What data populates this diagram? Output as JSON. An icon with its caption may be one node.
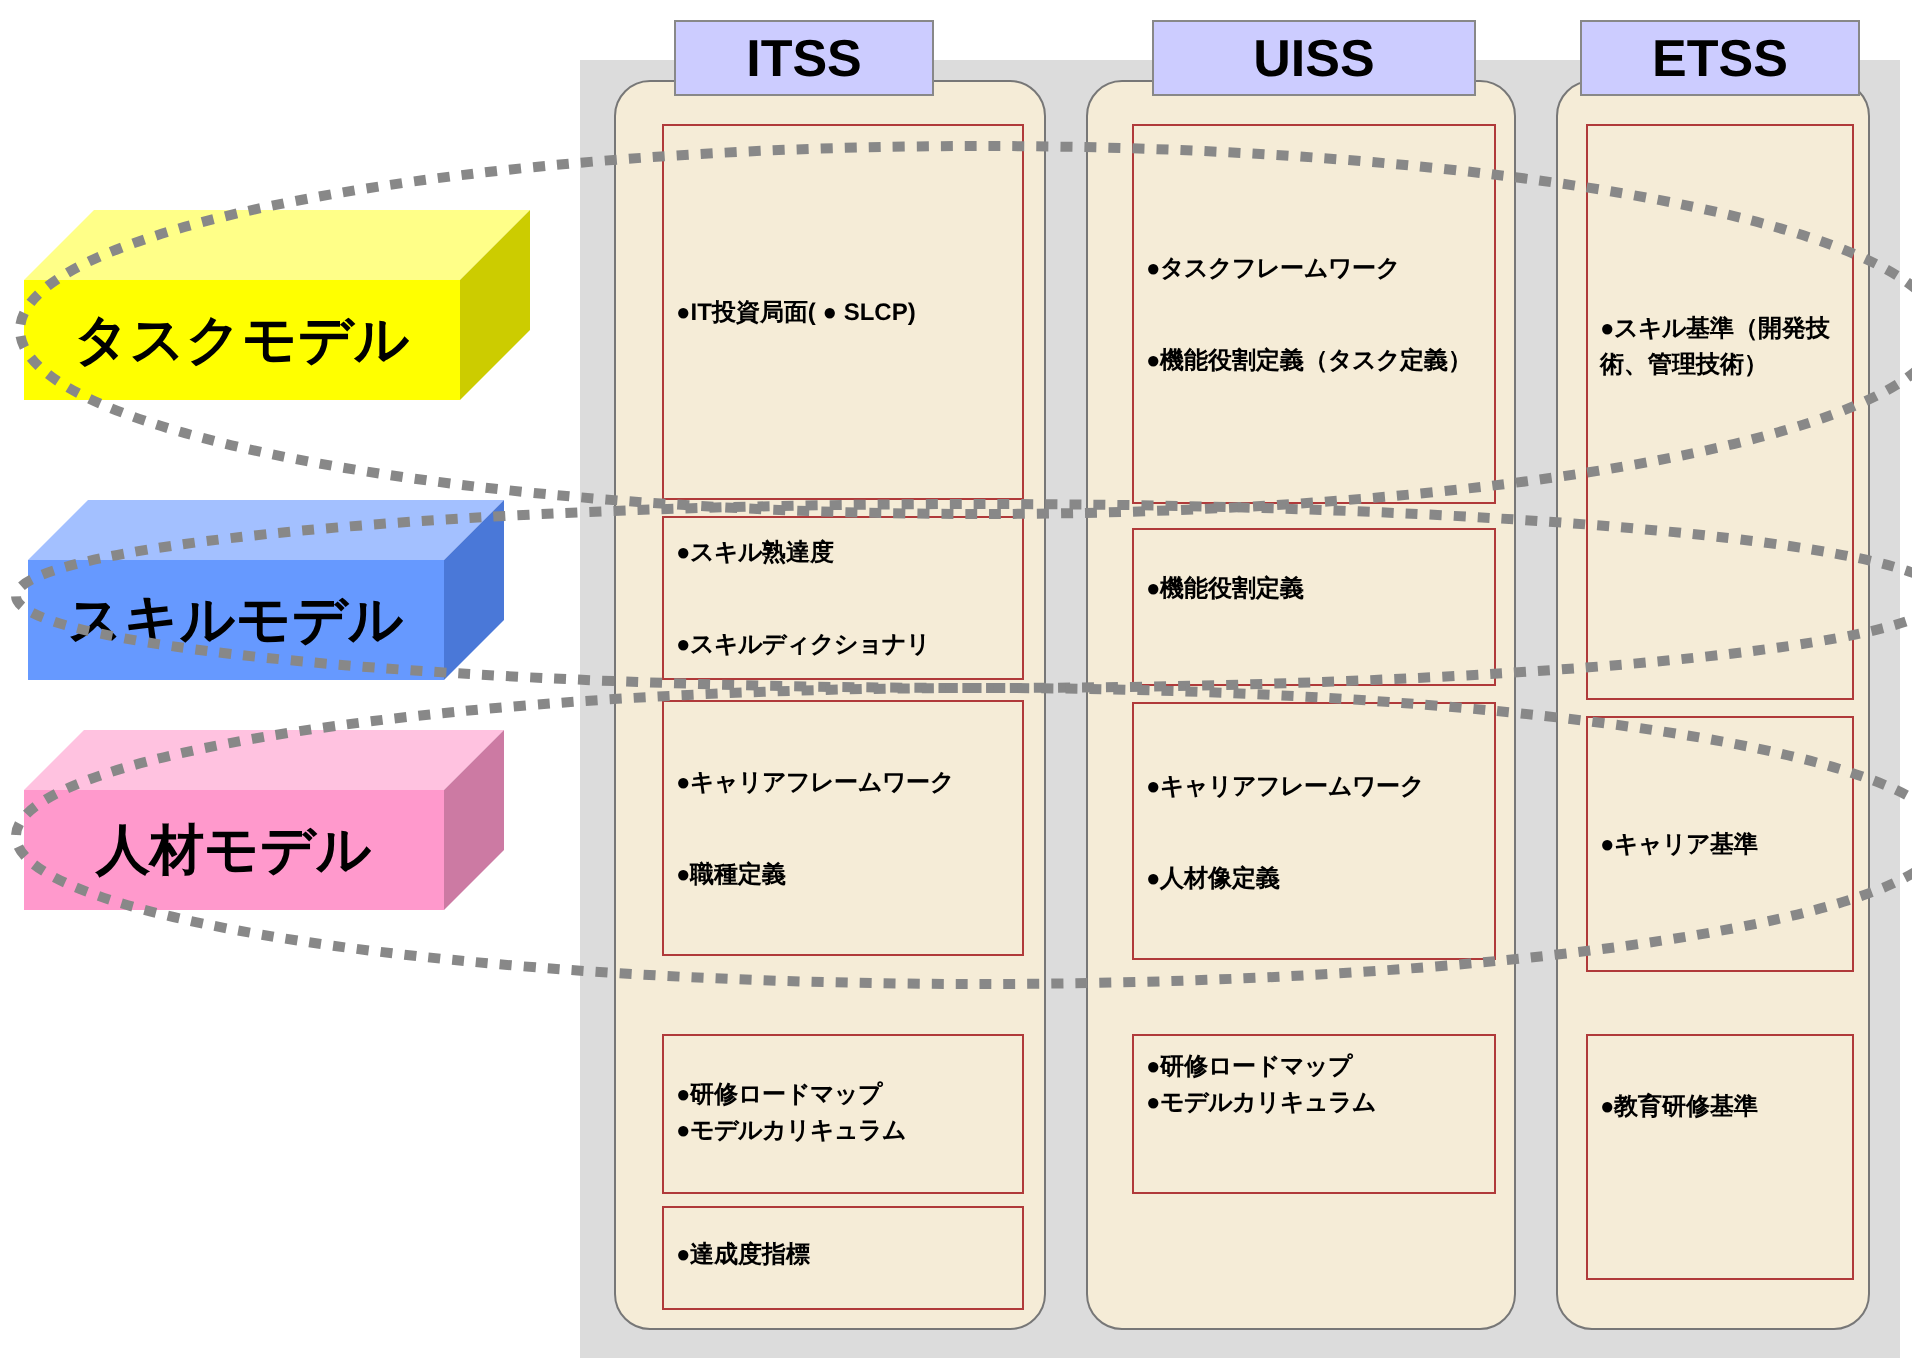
{
  "diagram": {
    "nodes": [
      {
        "text": [
          "タスクモデル"
        ]
      },
      {
        "text": [
          "スキルモデル"
        ]
      },
      {
        "text": [
          "人材モデル"
        ]
      },
      {
        "text": [
          "ITSS"
        ]
      },
      {
        "text": [
          "●IT投資局面( ● SLCP)"
        ],
        "in": 3
      },
      {
        "text": [
          "●スキル熟達度",
          "●スキルディクショナリ"
        ],
        "in": 3
      },
      {
        "text": [
          "●キャリアフレームワーク",
          "●職種定義"
        ],
        "in": 3
      },
      {
        "text": [
          "●研修ロードマップ",
          "●モデルカリキュラム"
        ],
        "in": 3
      },
      {
        "text": [
          "●達成度指標"
        ],
        "in": 3
      },
      {
        "text": [
          "UISS"
        ]
      },
      {
        "text": [
          "●タスクフレームワーク",
          "●機能役割定義（タスク定義）"
        ],
        "in": 9
      },
      {
        "text": [
          "●機能役割定義"
        ],
        "in": 9
      },
      {
        "text": [
          "●キャリアフレームワーク",
          "●人材像定義"
        ],
        "in": 9
      },
      {
        "text": [
          "●研修ロードマップ",
          "●モデルカリキュラム"
        ],
        "in": 9
      },
      {
        "text": [
          "ETSS"
        ]
      },
      {
        "text": [
          "●スキル基準（開発技術、管理技術）"
        ],
        "in": 14
      },
      {
        "text": [
          "●キャリア基準"
        ],
        "in": 14
      },
      {
        "text": [
          "●教育研修基準"
        ],
        "in": 14
      }
    ]
  }
}
